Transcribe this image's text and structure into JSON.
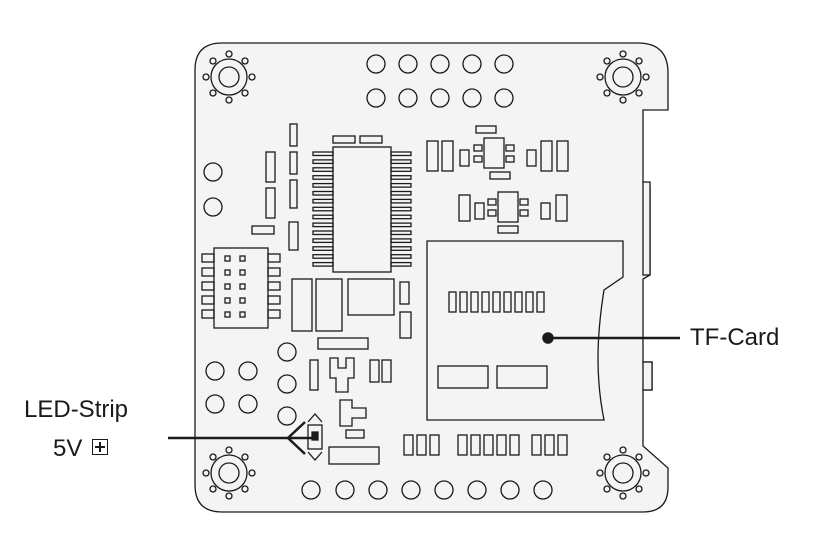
{
  "labels": {
    "tf_card": "TF-Card",
    "led_strip": "LED-Strip",
    "led_voltage": "5V"
  },
  "colors": {
    "outline": "#1a1a1a",
    "board_fill": "#f2f2f2",
    "background": "#ffffff"
  },
  "icons": {
    "plus_box": "square-plus-icon"
  }
}
